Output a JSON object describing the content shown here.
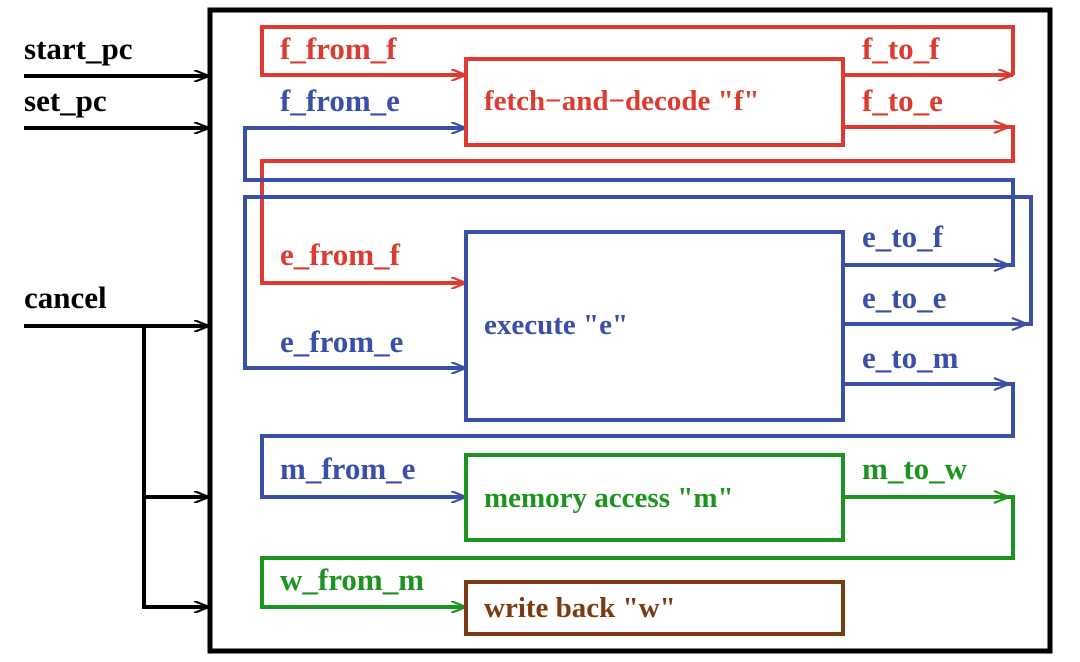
{
  "colors": {
    "black": "#000000",
    "red": "#dd3b2f",
    "blue": "#3a4fa8",
    "green": "#1e9420",
    "brown": "#7b3a12"
  },
  "inputs": {
    "start_pc": "start_pc",
    "set_pc": "set_pc",
    "cancel": "cancel"
  },
  "stages": {
    "fetch": {
      "title": "fetch−and−decode \"f\"",
      "from_f": "f_from_f",
      "from_e": "f_from_e",
      "to_f": "f_to_f",
      "to_e": "f_to_e"
    },
    "execute": {
      "title": "execute \"e\"",
      "from_f": "e_from_f",
      "from_e": "e_from_e",
      "to_f": "e_to_f",
      "to_e": "e_to_e",
      "to_m": "e_to_m"
    },
    "memory": {
      "title": "memory access \"m\"",
      "from_e": "m_from_e",
      "to_w": "m_to_w"
    },
    "writeback": {
      "title": "write back \"w\"",
      "from_m": "w_from_m"
    }
  }
}
